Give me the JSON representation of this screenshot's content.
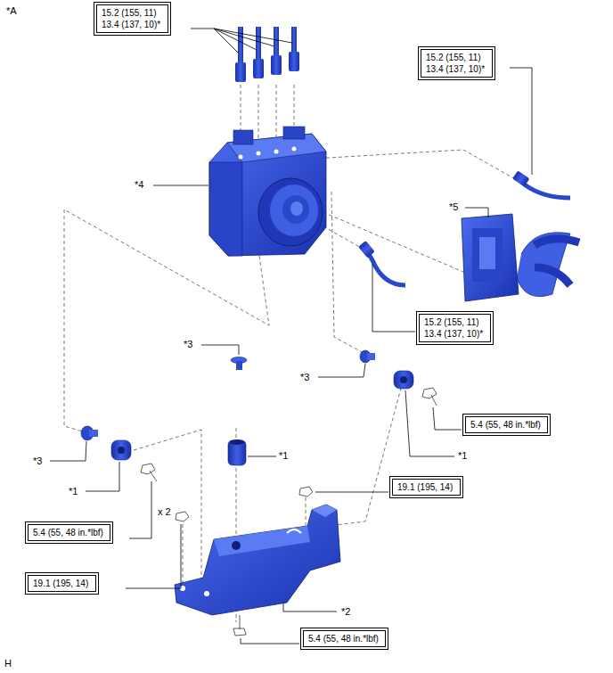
{
  "diagram": {
    "nodes": [
      {
        "text": [
          "15.2 (155, 11)",
          "13.4 (137, 10)*"
        ]
      },
      {
        "text": [
          "15.2 (155, 11)",
          "13.4 (137, 10)*"
        ]
      },
      {
        "text": [
          "15.2 (155, 11)",
          "13.4 (137, 10)*"
        ]
      },
      {
        "text": [
          "5.4 (55, 48 in.*lbf)"
        ]
      },
      {
        "text": [
          "19.1 (195, 14)"
        ]
      },
      {
        "text": [
          "5.4 (55, 48 in.*lbf)"
        ]
      },
      {
        "text": [
          "19.1 (195, 14)"
        ]
      },
      {
        "text": [
          "5.4 (55, 48 in.*lbf)"
        ]
      }
    ],
    "labels": [
      "*A",
      "*4",
      "*5",
      "*3",
      "*3",
      "*1",
      "*1",
      "*3",
      "*1",
      "x 2",
      "*2",
      "H"
    ]
  }
}
